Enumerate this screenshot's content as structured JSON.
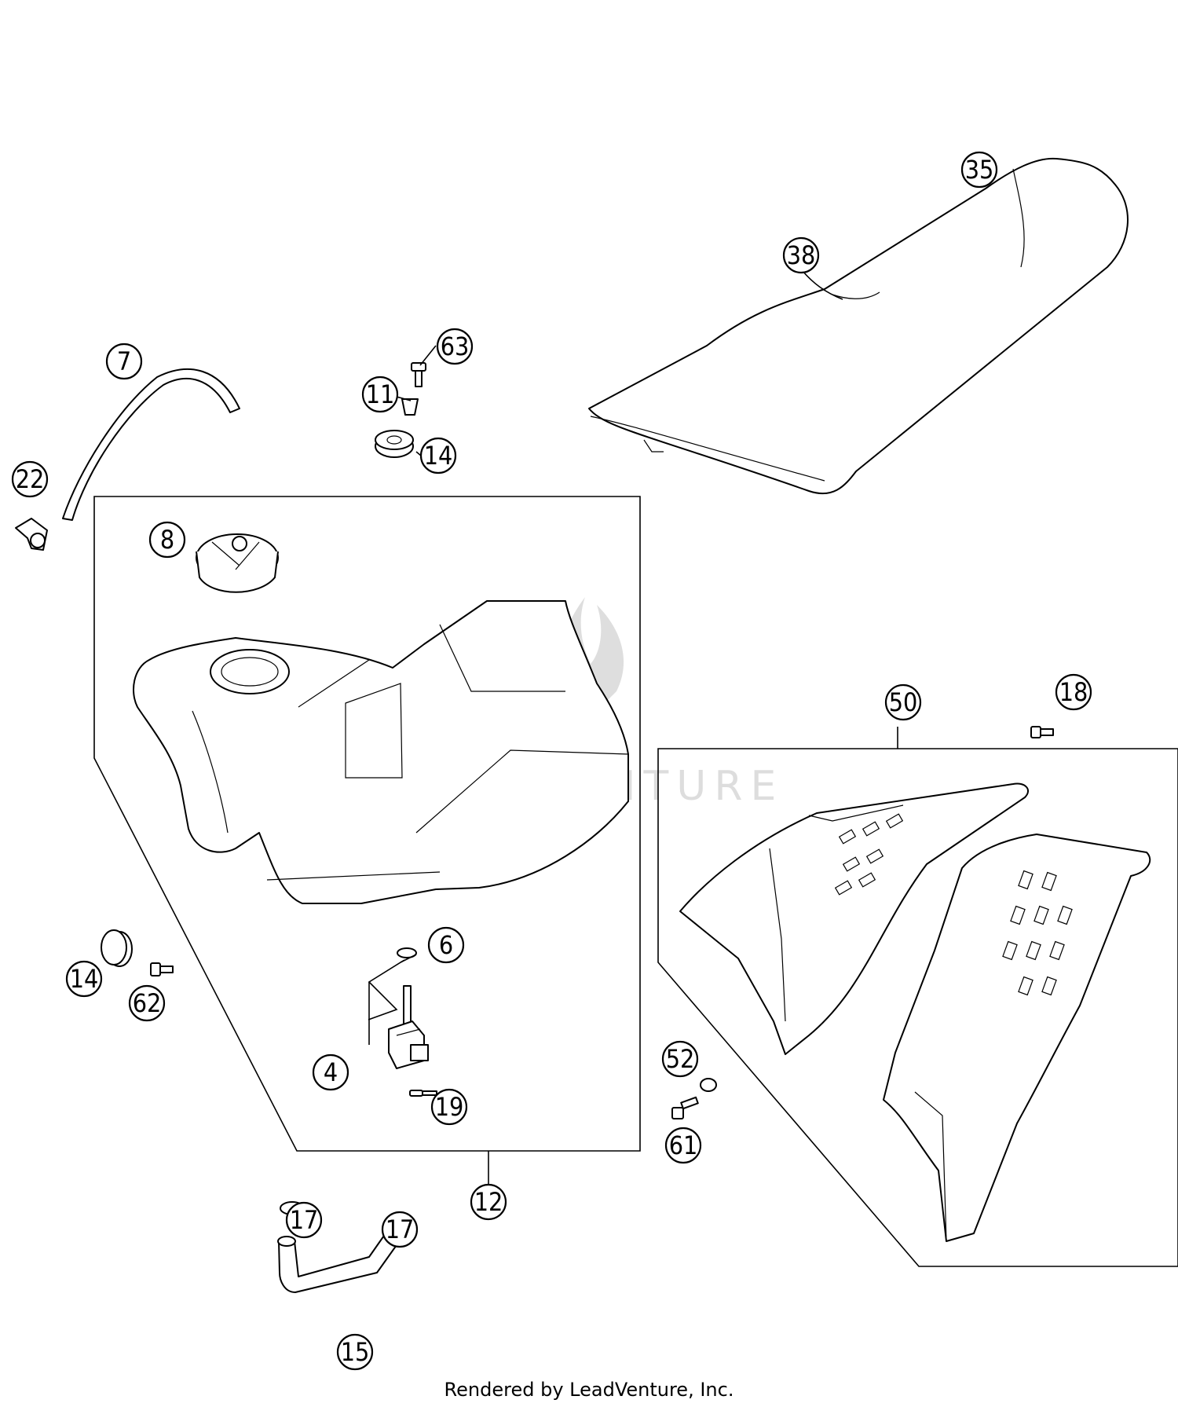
{
  "diagram": {
    "callouts": {
      "c35": "35",
      "c38": "38",
      "c7": "7",
      "c63": "63",
      "c11": "11",
      "c14a": "14",
      "c22": "22",
      "c8": "8",
      "c18": "18",
      "c50": "50",
      "c6": "6",
      "c14b": "14",
      "c62": "62",
      "c4": "4",
      "c19": "19",
      "c52": "52",
      "c61": "61",
      "c12": "12",
      "c17a": "17",
      "c17b": "17",
      "c15": "15"
    },
    "watermark": "LEADVENTURE",
    "footer": "Rendered by LeadVenture, Inc."
  }
}
